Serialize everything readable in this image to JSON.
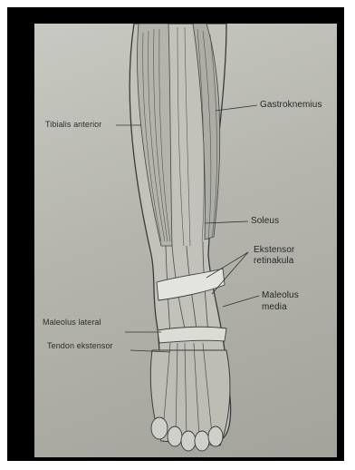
{
  "labels": {
    "tibialis_anterior": "Tibialis anterior",
    "gastroknemius": "Gastroknemius",
    "soleus": "Soleus",
    "ekstensor_retinakula_1": "Ekstensor",
    "ekstensor_retinakula_2": "retinakula",
    "maleolus_media_1": "Maleolus",
    "maleolus_media_2": "media",
    "maleolus_lateral": "Maleolus lateral",
    "tendon_ekstensor": "Tendon ekstensor"
  },
  "colors": {
    "frame": "#000000",
    "paper": "#b8b8b1",
    "ink": "#2d2d2d"
  }
}
